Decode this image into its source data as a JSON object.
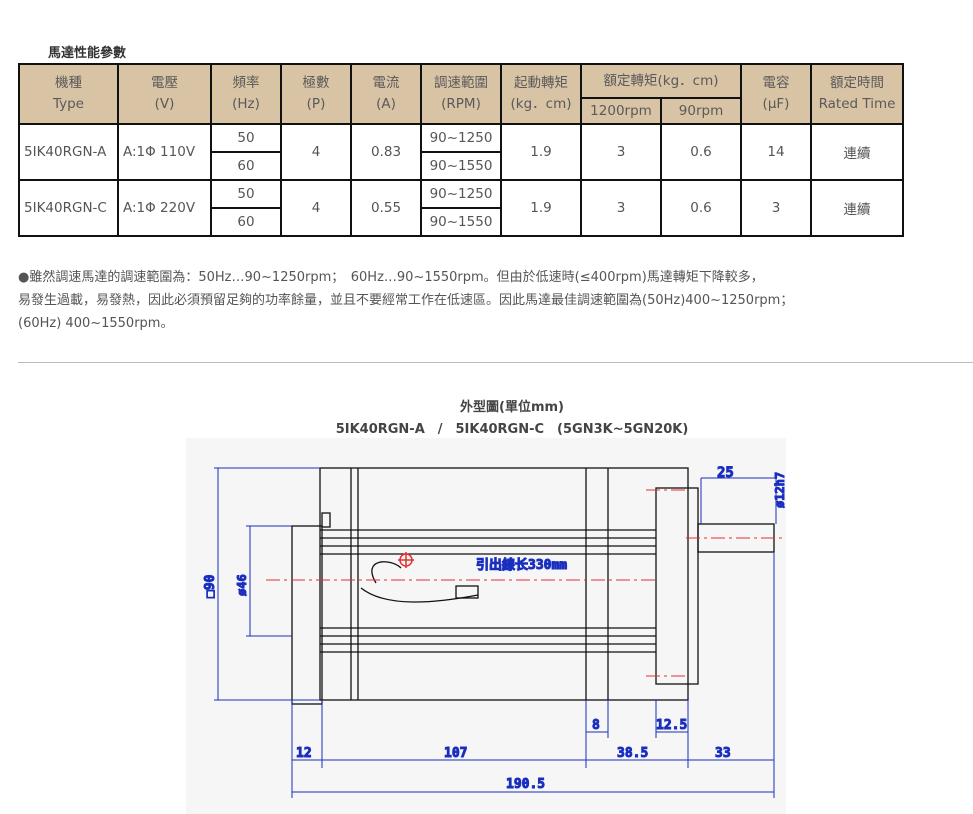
{
  "section_title": "馬達性能參數",
  "table": {
    "headers": {
      "model": [
        "機種",
        "Type"
      ],
      "voltage": [
        "電壓",
        "(V)"
      ],
      "freq": [
        "頻率",
        "(Hz)"
      ],
      "poles": [
        "極數",
        "(P)"
      ],
      "current": [
        "電流",
        "(A)"
      ],
      "speed_range": [
        "調速範圍",
        "(RPM)"
      ],
      "start_torque": [
        "起動轉矩",
        "(kg．cm)"
      ],
      "rated_torque": "額定轉矩(kg．cm)",
      "rated_torque_1200": "1200rpm",
      "rated_torque_90": "90rpm",
      "capacitance": [
        "電容",
        "(μF)"
      ],
      "rated_time": [
        "額定時間",
        "Rated Time"
      ]
    },
    "rows": [
      {
        "model": "5IK40RGN-A",
        "voltage": "A:1Φ 110V",
        "freq_50": "50",
        "freq_60": "60",
        "poles": "4",
        "current": "0.83",
        "range_50": "90~1250",
        "range_60": "90~1550",
        "start_torque": "1.9",
        "torque_1200": "3",
        "torque_90": "0.6",
        "capacitance": "14",
        "rated_time": "連續"
      },
      {
        "model": "5IK40RGN-C",
        "voltage": "A:1Φ 220V",
        "freq_50": "50",
        "freq_60": "60",
        "poles": "4",
        "current": "0.55",
        "range_50": "90~1250",
        "range_60": "90~1550",
        "start_torque": "1.9",
        "torque_1200": "3",
        "torque_90": "0.6",
        "capacitance": "3",
        "rated_time": "連續"
      }
    ]
  },
  "note": {
    "line1": "●雖然調速馬達的調速範圍為：50Hz…90~1250rpm；　60Hz…90~1550rpm。但由於低速時(≤400rpm)馬達轉矩下降較多，",
    "line2": "易發生過載，易發熱，因此必須預留足夠的功率餘量，並且不要經常工作在低速區。因此馬達最佳調速範圍為(50Hz)400~1250rpm；",
    "line3": "(60Hz) 400~1550rpm。"
  },
  "figure": {
    "title": "外型圖(單位mm)",
    "subtitle": "5IK40RGN-A　/　5IK40RGN-C　(5GN3K~5GN20K)",
    "dims": {
      "d25": "25",
      "d12h7": "ø12h7",
      "sq90": "□90",
      "d46": "ø46",
      "lead": "引出線长330mm",
      "d8": "8",
      "d12_5": "12.5",
      "d12": "12",
      "d107": "107",
      "d38_5": "38.5",
      "d33": "33",
      "d190_5": "190.5"
    }
  },
  "colors": {
    "header_bg": "#d8c3a5",
    "dimension_blue": "#1a2fbf",
    "center_red": "#e53030"
  }
}
